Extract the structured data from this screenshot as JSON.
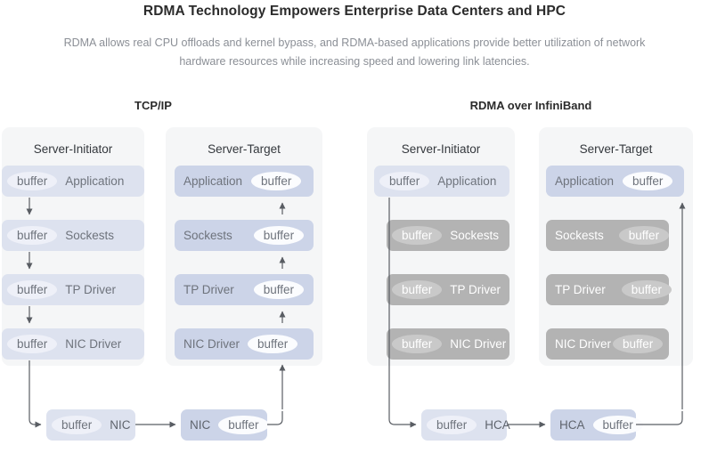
{
  "header": {
    "title": "RDMA Technology Empowers Enterprise Data Centers and HPC",
    "subtitle": "RDMA allows real CPU offloads and kernel bypass, and RDMA-based applications provide better utilization of network hardware resources while increasing speed and lowering link latencies."
  },
  "colors": {
    "page_background": "#ffffff",
    "title_text": "#2b2b2b",
    "subtitle_text": "#8b8f96",
    "card_background": "#f5f6f7",
    "layer_blue_initiator": "#dde2ef",
    "layer_blue_target": "#ccd4e8",
    "layer_disabled_grey": "#b3b3b3",
    "pill_light": "#eef0f8",
    "pill_white": "#fbfcfe",
    "pill_grey": "#c9c9c9",
    "label_text": "#6e737c",
    "arrow": "#595d63"
  },
  "sections": [
    {
      "id": "tcpip",
      "title": "TCP/IP",
      "servers": [
        {
          "id": "tcpip-initiator",
          "title": "Server-Initiator",
          "layers": [
            {
              "name": "Application",
              "buffer": "buffer",
              "pill_side": "lead",
              "state": "active"
            },
            {
              "name": "Sockests",
              "buffer": "buffer",
              "pill_side": "lead",
              "state": "active"
            },
            {
              "name": "TP Driver",
              "buffer": "buffer",
              "pill_side": "lead",
              "state": "active"
            },
            {
              "name": "NIC Driver",
              "buffer": "buffer",
              "pill_side": "lead",
              "state": "active"
            }
          ]
        },
        {
          "id": "tcpip-target",
          "title": "Server-Target",
          "layers": [
            {
              "name": "Application",
              "buffer": "buffer",
              "pill_side": "trail",
              "state": "active"
            },
            {
              "name": "Sockests",
              "buffer": "buffer",
              "pill_side": "trail",
              "state": "active"
            },
            {
              "name": "TP Driver",
              "buffer": "buffer",
              "pill_side": "trail",
              "state": "active"
            },
            {
              "name": "NIC Driver",
              "buffer": "buffer",
              "pill_side": "trail",
              "state": "active"
            }
          ]
        }
      ],
      "endpoints": [
        {
          "id": "tcpip-nic-initiator",
          "name": "NIC",
          "buffer": "buffer",
          "pill_side": "lead"
        },
        {
          "id": "tcpip-nic-target",
          "name": "NIC",
          "buffer": "buffer",
          "pill_side": "trail"
        }
      ]
    },
    {
      "id": "rdma-ib",
      "title": "RDMA over InfiniBand",
      "servers": [
        {
          "id": "rdma-initiator",
          "title": "Server-Initiator",
          "layers": [
            {
              "name": "Application",
              "buffer": "buffer",
              "pill_side": "lead",
              "state": "active"
            },
            {
              "name": "Sockests",
              "buffer": "buffer",
              "pill_side": "lead",
              "state": "bypassed"
            },
            {
              "name": "TP Driver",
              "buffer": "buffer",
              "pill_side": "lead",
              "state": "bypassed"
            },
            {
              "name": "NIC Driver",
              "buffer": "buffer",
              "pill_side": "lead",
              "state": "bypassed"
            }
          ]
        },
        {
          "id": "rdma-target",
          "title": "Server-Target",
          "layers": [
            {
              "name": "Application",
              "buffer": "buffer",
              "pill_side": "trail",
              "state": "active"
            },
            {
              "name": "Sockests",
              "buffer": "buffer",
              "pill_side": "trail",
              "state": "bypassed"
            },
            {
              "name": "TP Driver",
              "buffer": "buffer",
              "pill_side": "trail",
              "state": "bypassed"
            },
            {
              "name": "NIC Driver",
              "buffer": "buffer",
              "pill_side": "trail",
              "state": "bypassed"
            }
          ]
        }
      ],
      "endpoints": [
        {
          "id": "rdma-hca-initiator",
          "name": "HCA",
          "buffer": "buffer",
          "pill_side": "lead"
        },
        {
          "id": "rdma-hca-target",
          "name": "HCA",
          "buffer": "buffer",
          "pill_side": "trail"
        }
      ]
    }
  ]
}
